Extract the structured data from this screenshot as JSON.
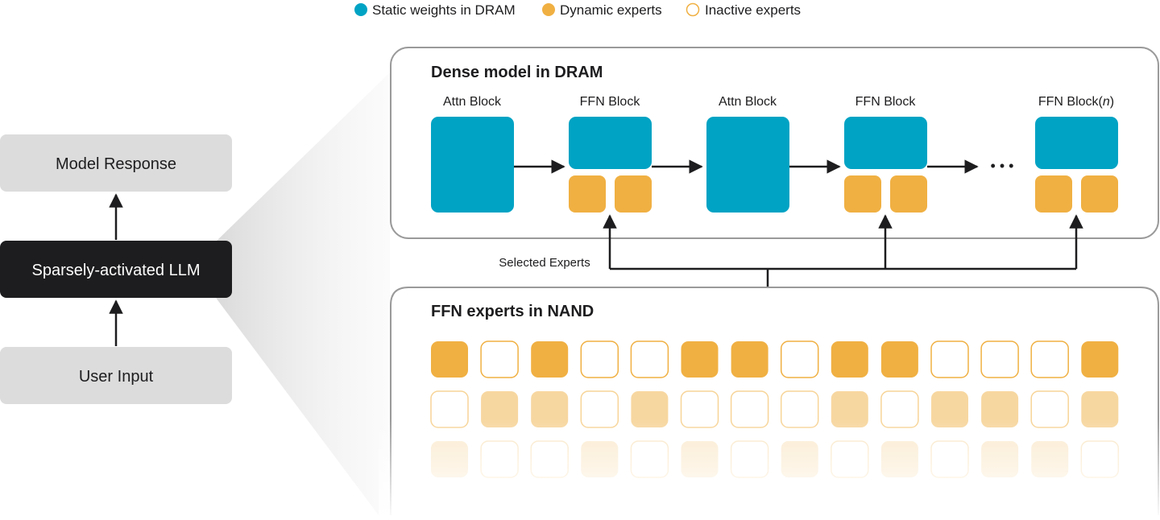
{
  "legend": {
    "static": "Static weights in DRAM",
    "dynamic": "Dynamic experts",
    "inactive": "Inactive experts"
  },
  "pipeline": {
    "response": "Model Response",
    "llm": "Sparsely-activated LLM",
    "input": "User Input"
  },
  "dense_panel": {
    "title": "Dense model in DRAM",
    "blocks": [
      {
        "label": "Attn Block",
        "kind": "attn"
      },
      {
        "label": "FFN Block",
        "kind": "ffn"
      },
      {
        "label": "Attn Block",
        "kind": "attn"
      },
      {
        "label": "FFN Block",
        "kind": "ffn"
      },
      {
        "label": "FFN Block",
        "suffix": "n",
        "kind": "ffn"
      }
    ],
    "ellipsis": "• • •"
  },
  "selected_label": "Selected Experts",
  "nand_panel": {
    "title": "FFN experts in NAND",
    "grid": [
      [
        1,
        0,
        1,
        0,
        0,
        1,
        1,
        0,
        1,
        1,
        0,
        0,
        0,
        1
      ],
      [
        0,
        1,
        1,
        0,
        1,
        0,
        0,
        0,
        1,
        0,
        1,
        1,
        0,
        1
      ],
      [
        1,
        0,
        0,
        1,
        0,
        1,
        0,
        1,
        0,
        1,
        0,
        1,
        1,
        0
      ]
    ]
  },
  "colors": {
    "static": "#00a3c4",
    "dynamic": "#f0b042",
    "inactive_border": "#f0b042",
    "dark": "#1d1d1f",
    "light_box": "#dcdcdc",
    "panel_border": "#9a9a9a"
  }
}
